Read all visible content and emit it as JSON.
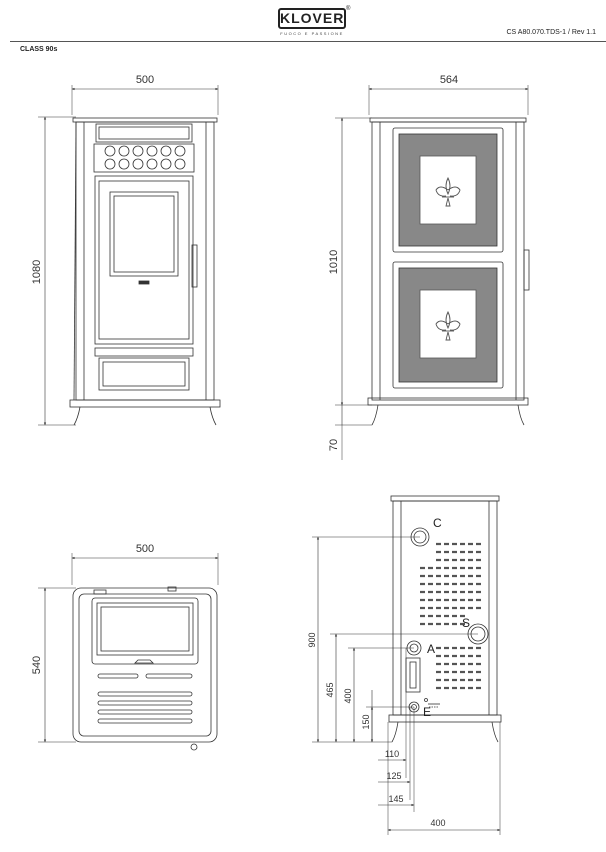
{
  "header": {
    "brand": "KLOVER",
    "brand_mark": "®",
    "tagline": "FUOCO E PASSIONE",
    "doc_ref": "CS A80.070.TDS-1 / Rev 1.1",
    "model": "CLASS 90s"
  },
  "front_view": {
    "width": "500",
    "height": "1080"
  },
  "side_view": {
    "depth": "564",
    "height": "1010",
    "feet": "70"
  },
  "top_view": {
    "width": "500",
    "depth": "540"
  },
  "rear_view": {
    "labels": {
      "c": "C",
      "a": "A",
      "s": "S",
      "e": "E"
    },
    "dims": {
      "h900": "900",
      "h465": "465",
      "h400": "400",
      "h150": "150",
      "d110": "110",
      "d125": "125",
      "d145": "145",
      "w400": "400"
    }
  }
}
